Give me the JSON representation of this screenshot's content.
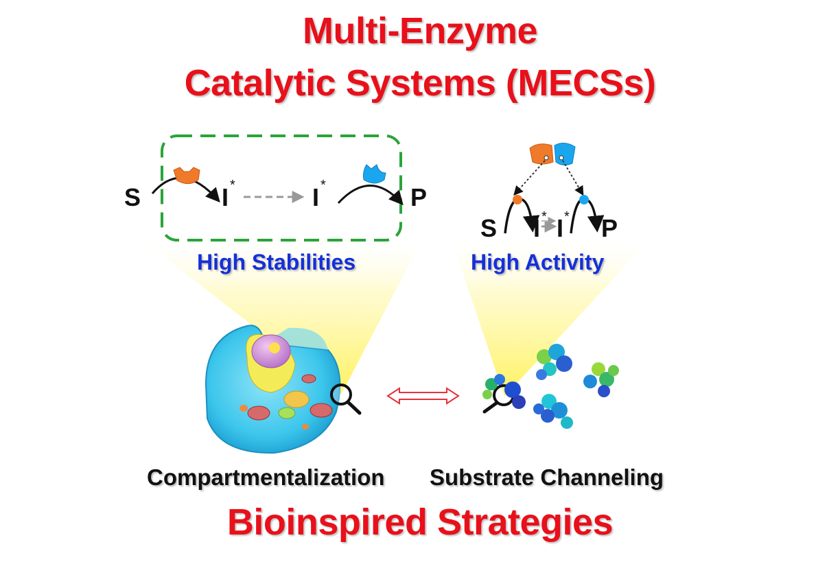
{
  "title": {
    "line1": "Multi-Enzyme",
    "line2": "Catalytic Systems (MECSs)"
  },
  "left_scheme": {
    "substrate": "S",
    "intermediate_1": "I",
    "intermediate_2": "I",
    "product": "P",
    "star": "*",
    "caption": "High Stabilities"
  },
  "right_scheme": {
    "substrate": "S",
    "intermediate_1": "I",
    "intermediate_2": "I",
    "product": "P",
    "star": "*",
    "caption": "High Activity"
  },
  "strategies": {
    "left": "Compartmentalization",
    "right": "Substrate Channeling"
  },
  "footer": "Bioinspired Strategies",
  "colors": {
    "title_red": "#e8101a",
    "caption_blue": "#1530d8",
    "box_green": "#2aa43a",
    "enzyme_orange": "#ef7a2a",
    "enzyme_blue": "#1aa6ee",
    "beam_yellow": "#fff36a",
    "cell_cyan": "#3cc6ec",
    "double_arrow_red": "#e8303a"
  },
  "icons": [
    "magnifier-icon",
    "orange-enzyme-icon",
    "blue-enzyme-icon",
    "cell-illustration",
    "protein-structures"
  ]
}
